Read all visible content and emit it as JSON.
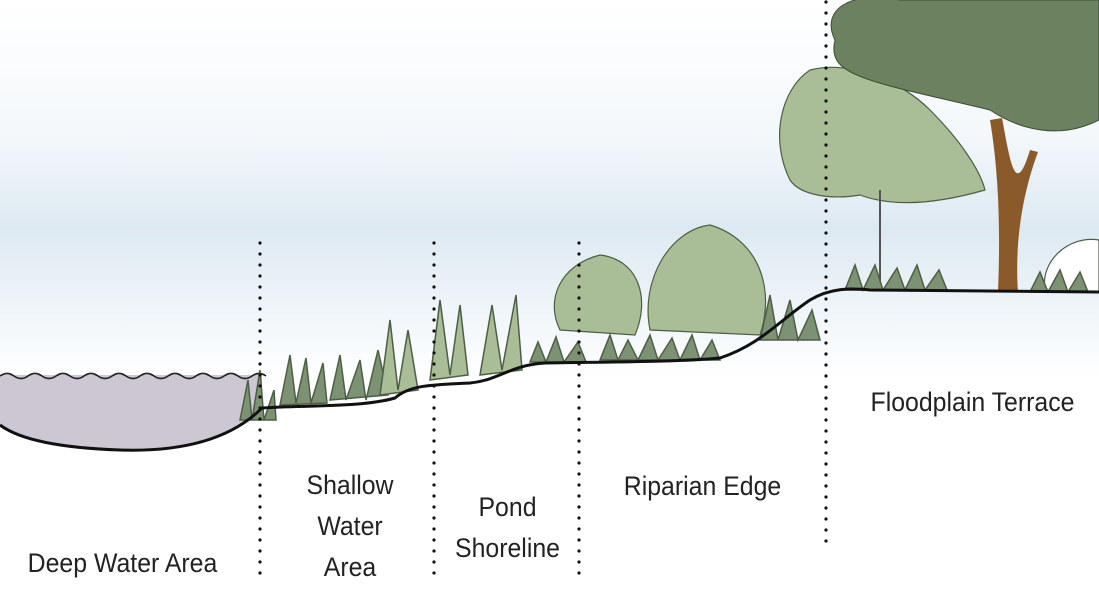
{
  "zones": [
    {
      "id": "deep-water",
      "label": "Deep Water Area"
    },
    {
      "id": "shallow-water",
      "label": "Shallow\nWater\nArea"
    },
    {
      "id": "pond-shoreline",
      "label": "Pond\nShoreline"
    },
    {
      "id": "riparian-edge",
      "label": "Riparian Edge"
    },
    {
      "id": "floodplain-terrace",
      "label": "Floodplain Terrace"
    }
  ],
  "colors": {
    "water": "#cdc7d3",
    "ground_line": "#111111",
    "light_foliage": "#a9bd96",
    "dark_foliage": "#6c8160",
    "trunk": "#8b5a2b",
    "sky": "#dfeaf3"
  }
}
